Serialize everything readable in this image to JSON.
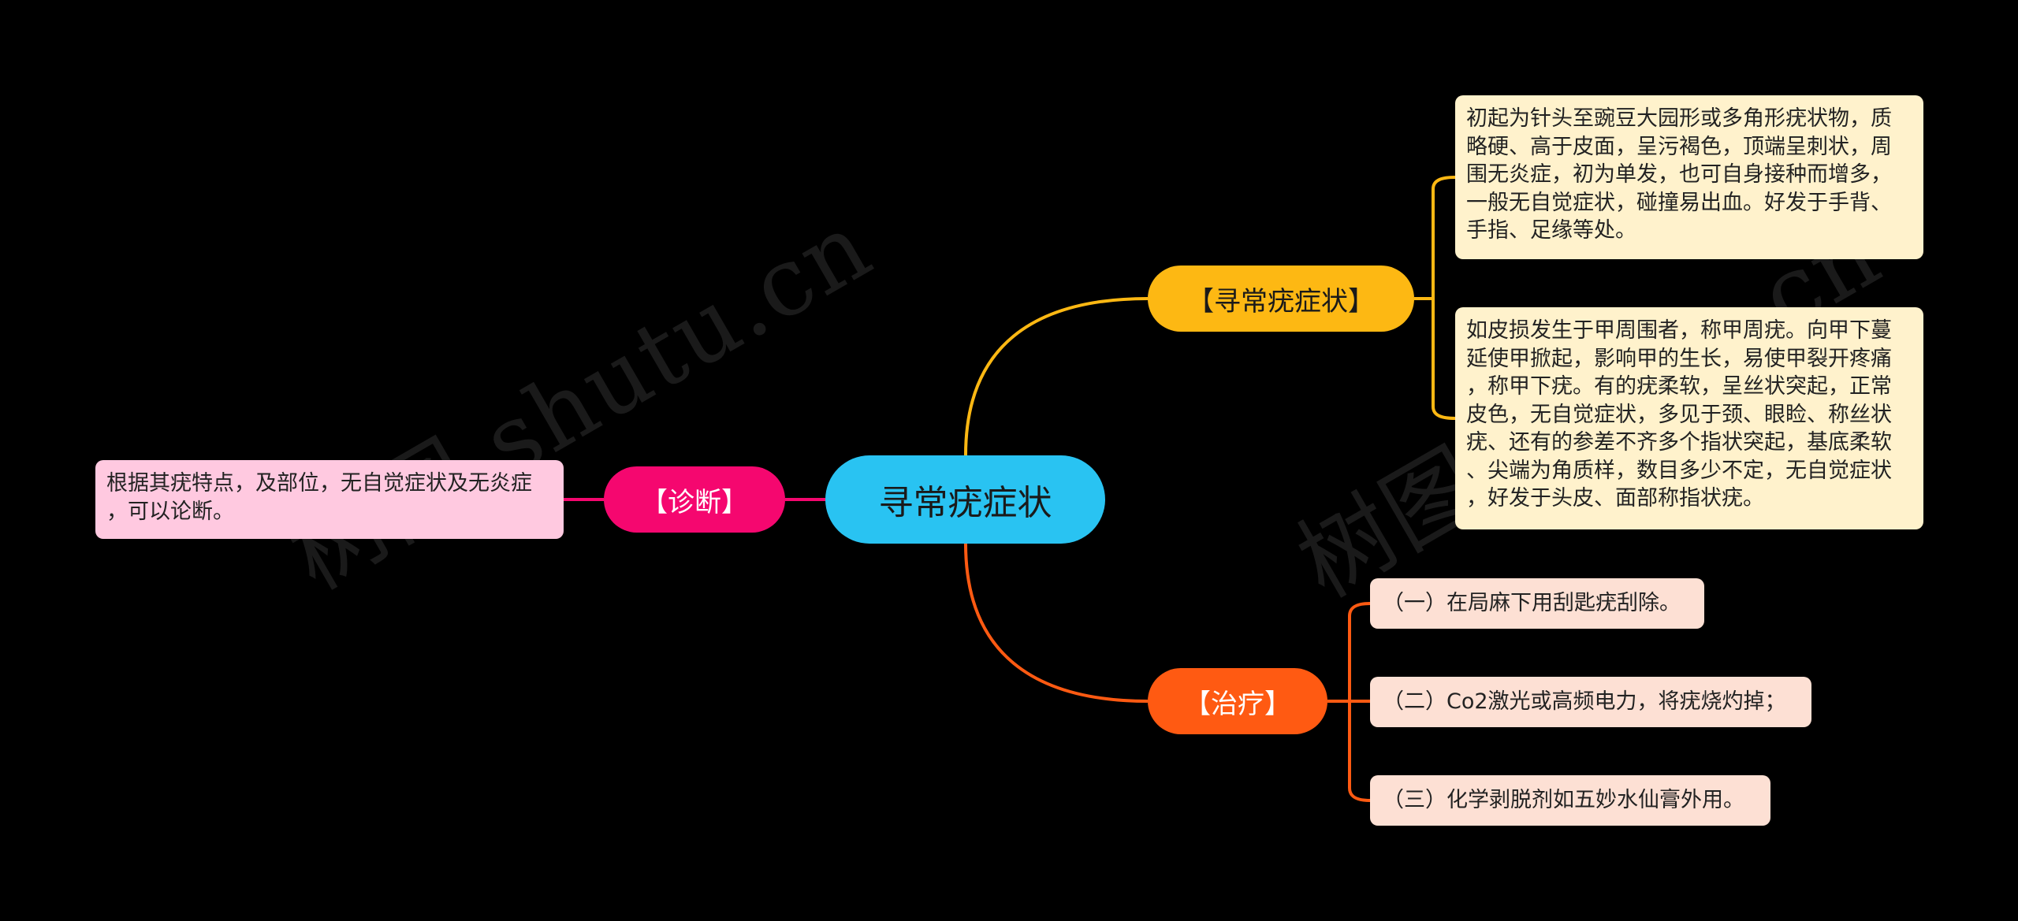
{
  "watermarks": [
    "树图 shutu.cn",
    "树图 shutu.cn"
  ],
  "root": {
    "label": "寻常疣症状"
  },
  "branches": {
    "diagnosis": {
      "label": "【诊断】",
      "leaves": [
        {
          "lines": [
            "根据其疣特点，及部位，无自觉症状及无炎症",
            "，可以论断。"
          ]
        }
      ]
    },
    "symptoms": {
      "label": "【寻常疣症状】",
      "leaves": [
        {
          "lines": [
            "初起为针头至豌豆大园形或多角形疣状物，质",
            "略硬、高于皮面，呈污褐色，顶端呈刺状，周",
            "围无炎症，初为单发，也可自身接种而增多，",
            "一般无自觉症状，碰撞易出血。好发于手背、",
            "手指、足缘等处。"
          ]
        },
        {
          "lines": [
            "如皮损发生于甲周围者，称甲周疣。向甲下蔓",
            "延使甲掀起，影响甲的生长，易使甲裂开疼痛",
            "，称甲下疣。有的疣柔软，呈丝状突起，正常",
            "皮色，无自觉症状，多见于颈、眼睑、称丝状",
            "疣、还有的参差不齐多个指状突起，基底柔软",
            "、尖端为角质样，数目多少不定，无自觉症状",
            "，好发于头皮、面部称指状疣。"
          ]
        }
      ]
    },
    "treatment": {
      "label": "【治疗】",
      "leaves": [
        {
          "text": "（一）在局麻下用刮匙疣刮除。"
        },
        {
          "text": "（二）Co2激光或高频电力，将疣烧灼掉；"
        },
        {
          "text": "（三）化学剥脱剂如五妙水仙膏外用。"
        }
      ]
    }
  },
  "colors": {
    "background": "#000000",
    "root": "#29c3f2",
    "diagnosis": "#f5076f",
    "symptoms": "#fdb813",
    "treatment": "#ff5a12",
    "diagnosis_leaf": "#ffc9e0",
    "symptoms_leaf": "#fff2cc",
    "treatment_leaf": "#fde0d4"
  }
}
